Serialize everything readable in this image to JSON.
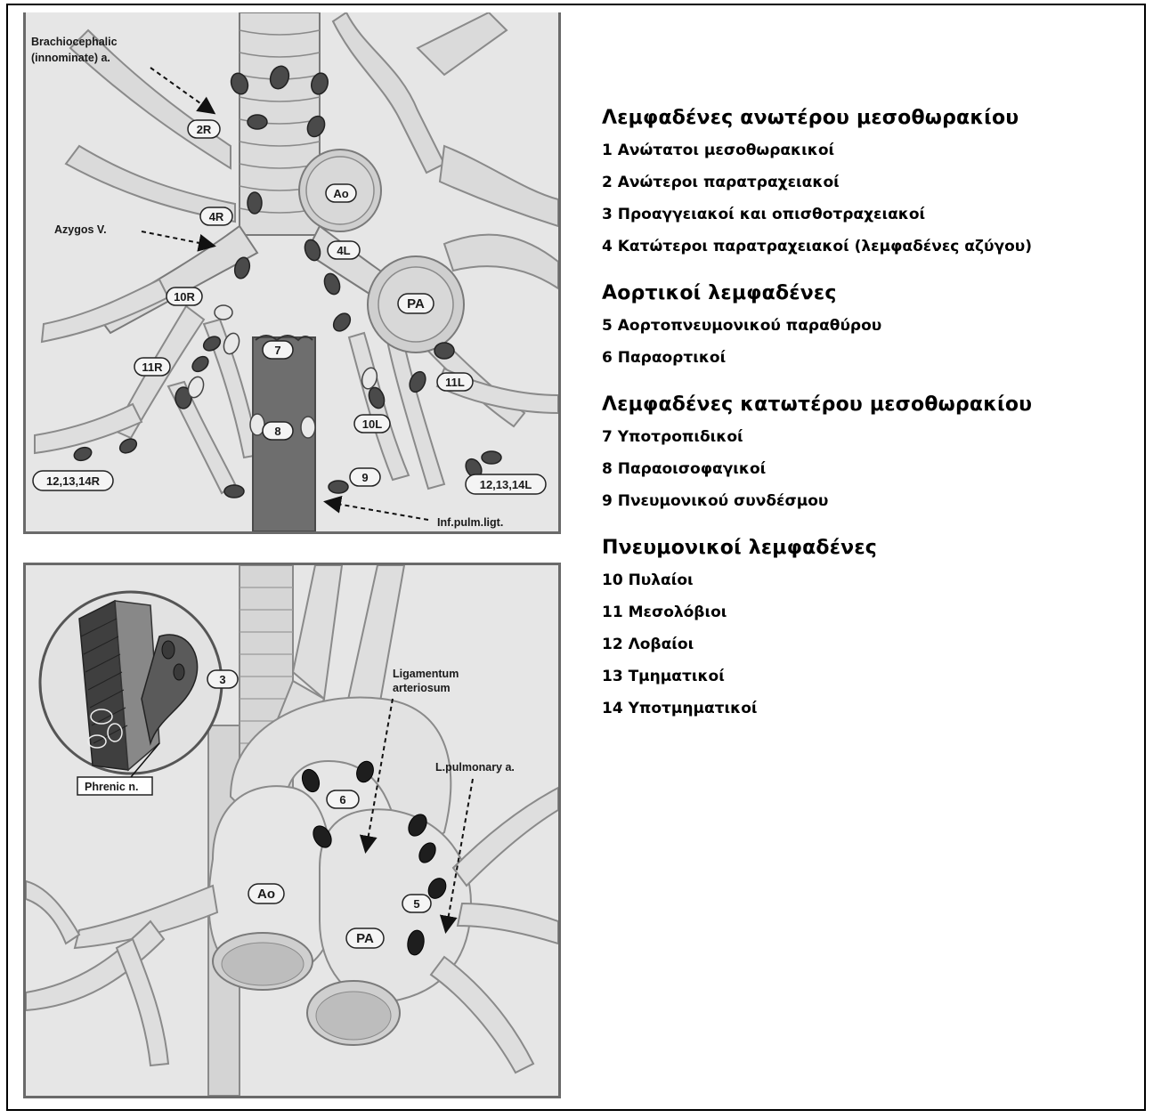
{
  "top_figure": {
    "labels": {
      "brachiocephalic_line1": "Brachiocephalic",
      "brachiocephalic_line2": "(innominate) a.",
      "azygos": "Azygos V.",
      "inf_pulm_ligt": "Inf.pulm.ligt."
    },
    "tags": {
      "2R": "2R",
      "4R": "4R",
      "4L": "4L",
      "10R": "10R",
      "11R": "11R",
      "7": "7",
      "8": "8",
      "9": "9",
      "10L": "10L",
      "11L": "11L",
      "12_13_14R": "12,13,14R",
      "12_13_14L": "12,13,14L",
      "Ao": "Ao",
      "PA": "PA"
    }
  },
  "bottom_figure": {
    "labels": {
      "ligamentum_line1": "Ligamentum",
      "ligamentum_line2": "arteriosum",
      "l_pulmonary": "L.pulmonary a.",
      "phrenic": "Phrenic n."
    },
    "tags": {
      "3": "3",
      "6": "6",
      "5": "5",
      "Ao": "Ao",
      "PA": "PA"
    }
  },
  "legend": {
    "sections": [
      {
        "title": "Λεμφαδένες ανωτέρου μεσοθωρακίου",
        "items": [
          "1  Ανώτατοι μεσοθωρακικοί",
          "2  Ανώτεροι  παρατραχειακοί",
          "3  Προαγγειακοί και  οπισθοτραχειακοί",
          "4  Κατώτεροι παρατραχειακοί  (λεμφαδένες αζύγου)"
        ]
      },
      {
        "title": "Αορτικοί λεμφαδένες",
        "items": [
          "5  Αορτοπνευμονικού παραθύρου",
          "6  Παραορτικοί"
        ]
      },
      {
        "title": "Λεμφαδένες κατωτέρου μεσοθωρακίου",
        "items": [
          "7  Υποτροπιδικοί",
          "8  Παραοισοφαγικοί",
          "9  Πνευμονικού  συνδέσμου"
        ]
      },
      {
        "title": "Πνευμονικοί  λεμφαδένες",
        "items": [
          "10  Πυλαίοι",
          "11  Μεσολόβιοι",
          "12  Λοβαίοι",
          "13  Τμηματικοί",
          "14  Υποτμηματικοί"
        ]
      }
    ]
  }
}
